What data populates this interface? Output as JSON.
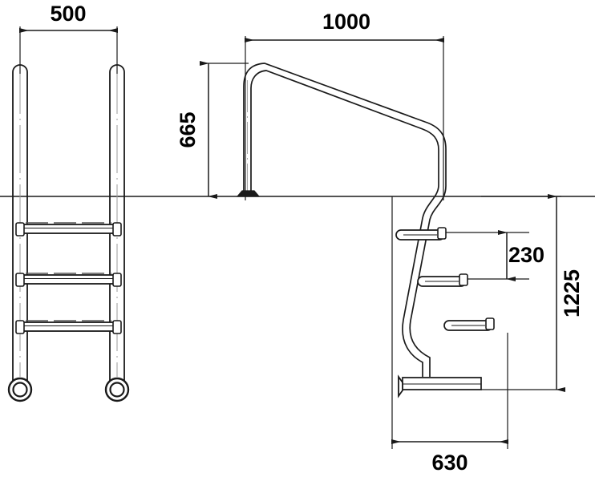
{
  "drawing": {
    "title": "Pool ladder technical drawing",
    "units": "mm",
    "line_color": "#1a1a1a",
    "background": "#ffffff",
    "views": [
      {
        "name": "front-view",
        "label": "Front view of pool ladder with three steps"
      },
      {
        "name": "side-view",
        "label": "Side view of pool ladder with handrail"
      }
    ]
  },
  "dimensions": {
    "width_500": {
      "value": "500",
      "orientation": "horizontal",
      "name": "dimension-500-ladder-width"
    },
    "width_1000": {
      "value": "1000",
      "orientation": "horizontal",
      "name": "dimension-1000-handrail-span"
    },
    "height_665": {
      "value": "665",
      "orientation": "vertical",
      "name": "dimension-665-handrail-height"
    },
    "step_230": {
      "value": "230",
      "orientation": "horizontal-label",
      "name": "dimension-230-step-spacing"
    },
    "depth_1225": {
      "value": "1225",
      "orientation": "vertical",
      "name": "dimension-1225-overall-depth"
    },
    "base_630": {
      "value": "630",
      "orientation": "horizontal",
      "name": "dimension-630-base-length"
    }
  },
  "components": {
    "left_rail": "left-ladder-rail",
    "right_rail": "right-ladder-rail",
    "steps": [
      "step-1",
      "step-2",
      "step-3"
    ],
    "feet": [
      "rail-foot-left",
      "rail-foot-right"
    ],
    "handrail": "handrail-tube",
    "handrail_flange": "handrail-base-flange",
    "deck_line": "deck-water-line",
    "bottom_foot": "bottom-foot-cap"
  }
}
